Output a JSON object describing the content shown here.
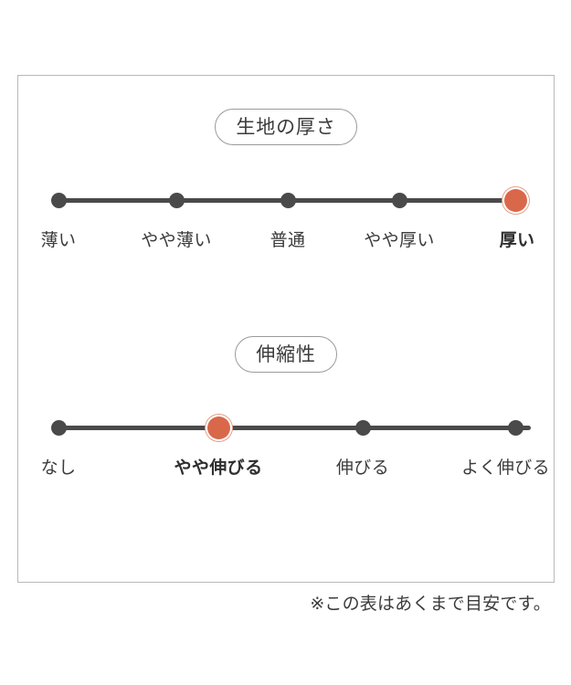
{
  "panel": {
    "accent_color": "#d9684a",
    "dot_color": "#4a4a4a",
    "border_color": "#b9b9b9",
    "text_color": "#3b3b3b"
  },
  "scales": [
    {
      "id": "thickness",
      "badge_label": "生地の厚さ",
      "points": [
        {
          "label": "薄い",
          "active": false
        },
        {
          "label": "やや薄い",
          "active": false
        },
        {
          "label": "普通",
          "active": false
        },
        {
          "label": "やや厚い",
          "active": false
        },
        {
          "label": "厚い",
          "active": true
        }
      ],
      "selected_index": 4,
      "selected_label": "厚い"
    },
    {
      "id": "stretch",
      "badge_label": "伸縮性",
      "points": [
        {
          "label": "なし",
          "active": false
        },
        {
          "label": "やや伸びる",
          "active": true
        },
        {
          "label": "伸びる",
          "active": false
        },
        {
          "label": "よく伸びる",
          "active": false
        }
      ],
      "selected_index": 1,
      "selected_label": "やや伸びる"
    }
  ],
  "footnote": "※この表はあくまで目安です。",
  "chart_data": {
    "type": "table",
    "title": "生地の厚さ・伸縮性",
    "series": [
      {
        "name": "生地の厚さ",
        "categories": [
          "薄い",
          "やや薄い",
          "普通",
          "やや厚い",
          "厚い"
        ],
        "values": [
          0,
          0,
          0,
          0,
          1
        ],
        "selected": "厚い"
      },
      {
        "name": "伸縮性",
        "categories": [
          "なし",
          "やや伸びる",
          "伸びる",
          "よく伸びる"
        ],
        "values": [
          0,
          1,
          0,
          0
        ],
        "selected": "やや伸びる"
      }
    ],
    "annotations": [
      "※この表はあくまで目安です。"
    ],
    "legend": "none",
    "grid": false
  }
}
